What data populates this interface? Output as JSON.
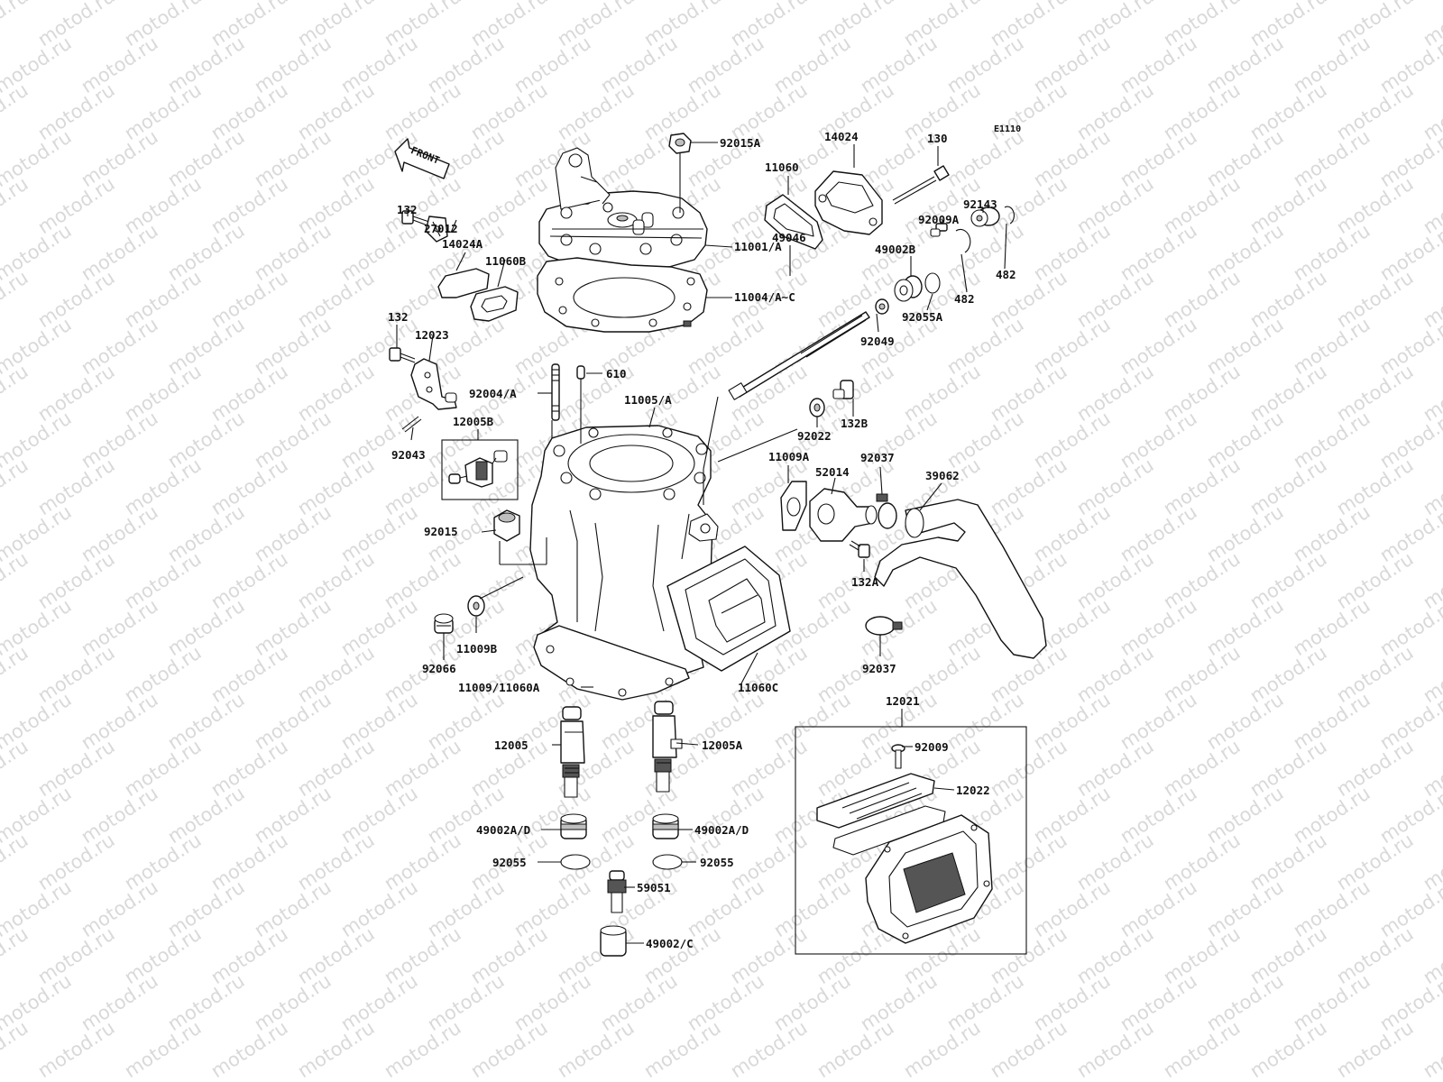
{
  "watermark": "motod.ru",
  "diagram_code": "E1110",
  "front_label": "FRONT",
  "callouts": {
    "c92015A": "92015A",
    "c14024": "14024",
    "c130": "130",
    "c11060": "11060",
    "c92143": "92143",
    "c92009A": "92009A",
    "c49002B": "49002B",
    "c482a": "482",
    "c482b": "482",
    "c92055A": "92055A",
    "c11001A": "11001/A",
    "c11004AC": "11004/A~C",
    "c132a": "132",
    "c27012": "27012",
    "c14024A": "14024A",
    "c11060B": "11060B",
    "c132b": "132",
    "c12023": "12023",
    "c49046": "49046",
    "c92049": "92049",
    "c610": "610",
    "c92004A": "92004/A",
    "c11005A": "11005/A",
    "c132B": "132B",
    "c92022": "92022",
    "c12005B": "12005B",
    "c92043": "92043",
    "c11009A": "11009A",
    "c52014": "52014",
    "c92037a": "92037",
    "c39062": "39062",
    "c92015": "92015",
    "c132A": "132A",
    "c11009B": "11009B",
    "c92066": "92066",
    "c92037b": "92037",
    "c11009_11060A": "11009/11060A",
    "c11060C": "11060C",
    "c12021": "12021",
    "c12005": "12005",
    "c12005A": "12005A",
    "c92009": "92009",
    "c12022": "12022",
    "c49002AD_a": "49002A/D",
    "c49002AD_b": "49002A/D",
    "c92055_a": "92055",
    "c92055_b": "92055",
    "c59051": "59051",
    "c49002C": "49002/C"
  }
}
